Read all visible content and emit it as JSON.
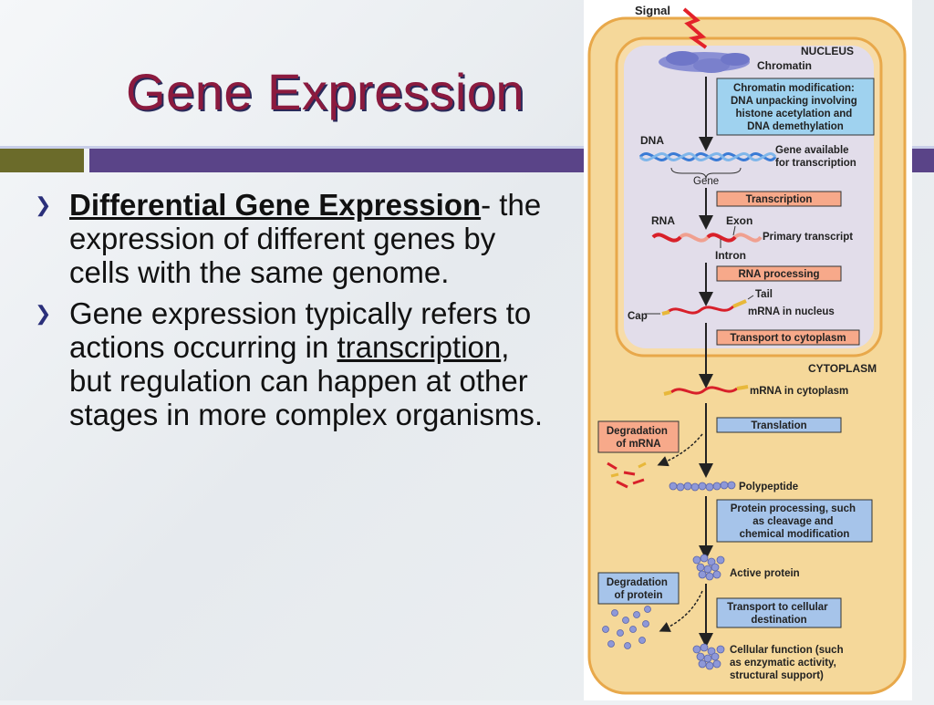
{
  "slide": {
    "title": "Gene Expression",
    "bullets": [
      {
        "term": "Differential Gene Expression",
        "text": "- the expression of different genes by cells with the same genome."
      },
      {
        "text_before": "Gene expression typically refers to actions occurring in ",
        "link": "transcription",
        "text_after": ", but regulation can happen at other stages in more complex organisms."
      }
    ]
  },
  "diagram": {
    "signal": "Signal",
    "nucleus": "NUCLEUS",
    "chromatin": "Chromatin",
    "chromatin_mod": [
      "Chromatin modification:",
      "DNA unpacking involving",
      "histone acetylation and",
      "DNA demethylation"
    ],
    "dna": "DNA",
    "gene": "Gene",
    "gene_available": [
      "Gene available",
      "for transcription"
    ],
    "transcription": "Transcription",
    "rna": "RNA",
    "exon": "Exon",
    "intron": "Intron",
    "primary_transcript": "Primary transcript",
    "rna_processing": "RNA processing",
    "tail": "Tail",
    "cap": "Cap",
    "mrna_nucleus": "mRNA in nucleus",
    "transport_cytoplasm": "Transport to cytoplasm",
    "cytoplasm": "CYTOPLASM",
    "mrna_cytoplasm": "mRNA in cytoplasm",
    "degradation_mrna": [
      "Degradation",
      "of mRNA"
    ],
    "translation": "Translation",
    "polypeptide": "Polypeptide",
    "protein_processing": [
      "Protein processing, such",
      "as cleavage and",
      "chemical modification"
    ],
    "active_protein": "Active protein",
    "degradation_protein": [
      "Degradation",
      "of protein"
    ],
    "transport_cellular": [
      "Transport to cellular",
      "destination"
    ],
    "cellular_function": [
      "Cellular function (such",
      "as enzymatic activity,",
      "structural support)"
    ]
  },
  "colors": {
    "title": "#8b1a3e",
    "title_shadow": "#2a2a5a",
    "bar_purple": "#5a4488",
    "bar_olive": "#6b6b2a",
    "cell": "#f5d89a",
    "nucleus": "#f7dca8",
    "box_blue": "#a6c4ea",
    "box_salmon": "#f7a98a",
    "mrna_red": "#d8202a",
    "protein_blue": "#8e98d8"
  }
}
